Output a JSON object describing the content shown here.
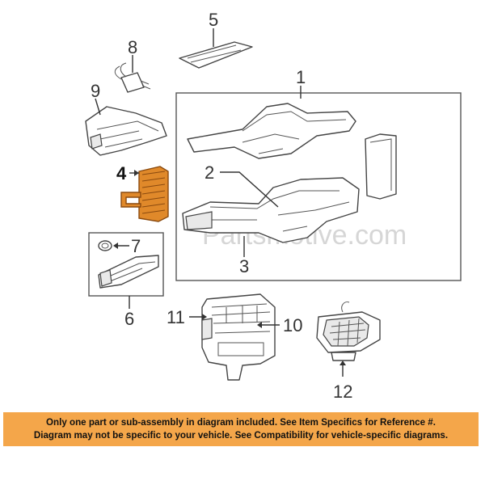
{
  "callouts": {
    "c1": "1",
    "c2": "2",
    "c3": "3",
    "c4": "4",
    "c5": "5",
    "c6": "6",
    "c7": "7",
    "c8": "8",
    "c9": "9",
    "c10": "10",
    "c11": "11",
    "c12": "12"
  },
  "watermark": "Partsmotive.com",
  "highlight_color": "#e0892a",
  "notice": {
    "background": "#f4a64a",
    "line1": "Only one part or sub-assembly in diagram included. See Item Specifics for Reference #.",
    "line2": "Diagram may not be specific to your vehicle. See Compatibility for vehicle-specific diagrams."
  }
}
